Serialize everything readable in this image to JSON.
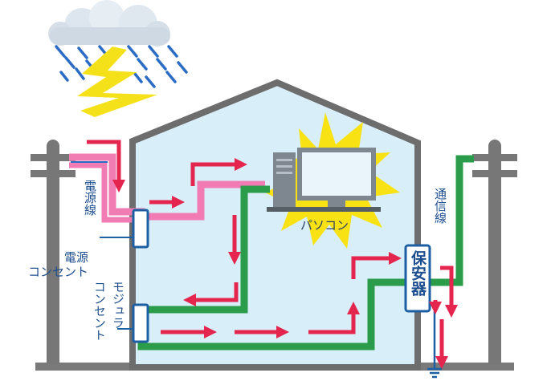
{
  "labels": {
    "power_line": "電源線",
    "power_outlet_line1": "電源",
    "power_outlet_line2": "コンセント",
    "modular_line1": "モジュラ",
    "modular_line2": "コンセント",
    "pc": "パソコン",
    "comm_line": "通信線",
    "protector": "保安器"
  },
  "colors": {
    "power_wire": "#f07cb3",
    "comm_wire": "#2a9c4a",
    "surge_arrow": "#e4264f",
    "house_outline": "#6d6d6d",
    "house_fill": "#d8eef8",
    "pole": "#777777",
    "lightning": "#f5e11a",
    "burst": "#f8e214",
    "outlet_border": "#1d5fa3",
    "rain": "#2b6cc4"
  },
  "icons": [
    "storm-cloud-icon",
    "lightning-bolt-icon",
    "utility-pole-icon",
    "computer-icon",
    "ground-icon"
  ]
}
